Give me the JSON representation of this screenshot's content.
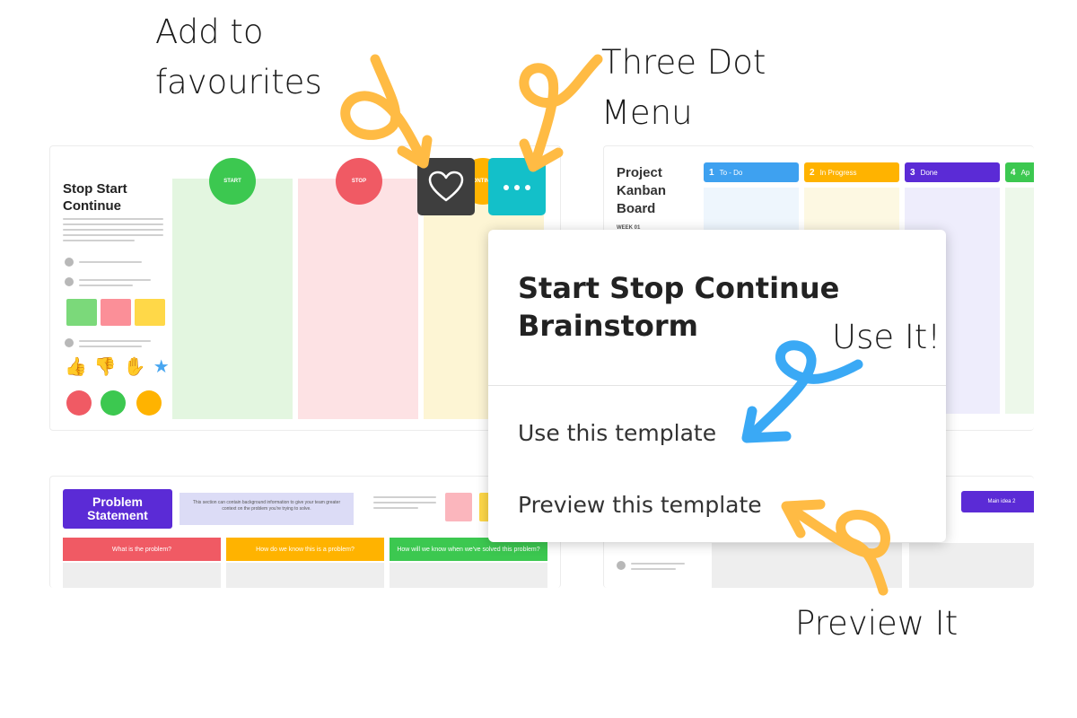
{
  "colors": {
    "accent_orange": "#ffbb44",
    "accent_blue": "#3aa9f5",
    "fav_button_bg": "#3e3e3e",
    "more_button_bg": "#13c0c9",
    "start_green": "#3cc850",
    "stop_red": "#f05a64",
    "continue_yellow": "#ffb300",
    "purple": "#5b2bd6"
  },
  "annotations": {
    "add_to_favourites": "Add to favourites",
    "three_dot_menu": "Three Dot Menu",
    "use_it": "Use It!",
    "preview_it": "Preview It"
  },
  "templates": {
    "ssc": {
      "title": "Stop Start Continue",
      "columns": [
        {
          "label": "START",
          "color": "#3cc850",
          "bg": "#e3f6e0"
        },
        {
          "label": "STOP",
          "color": "#f05a64",
          "bg": "#fde2e4"
        },
        {
          "label": "CONTINUE",
          "color": "#ffb300",
          "bg": "#fdf5d4"
        }
      ],
      "emoji": [
        "👍",
        "👎",
        "✋",
        "★"
      ]
    },
    "kanban": {
      "title": "Project Kanban Board",
      "week": "WEEK 01",
      "columns": [
        {
          "num": "1",
          "label": "To - Do",
          "color": "#3ea1f0",
          "bg": "#eef6fd"
        },
        {
          "num": "2",
          "label": "In Progress",
          "color": "#ffb300",
          "bg": "#fdf8e2"
        },
        {
          "num": "3",
          "label": "Done",
          "color": "#5b2bd6",
          "bg": "#eeedfc"
        },
        {
          "num": "4",
          "label": "Ap",
          "color": "#3cc850",
          "bg": "#edf8ea"
        }
      ]
    },
    "problem": {
      "badge": "Problem Statement",
      "info": "This section can contain background information to give your team greater context on the problem you're trying to solve.",
      "columns": [
        {
          "label": "What is the problem?",
          "color": "#f05a64"
        },
        {
          "label": "How do we know this is a problem?",
          "color": "#ffb300"
        },
        {
          "label": "How will we know when we've solved this problem?",
          "color": "#3cc850"
        }
      ]
    },
    "bottom_right": {
      "button": "Main idea 2"
    }
  },
  "menu": {
    "title": "Start Stop Continue Brainstorm",
    "items": {
      "use": "Use this template",
      "preview": "Preview this template"
    }
  }
}
